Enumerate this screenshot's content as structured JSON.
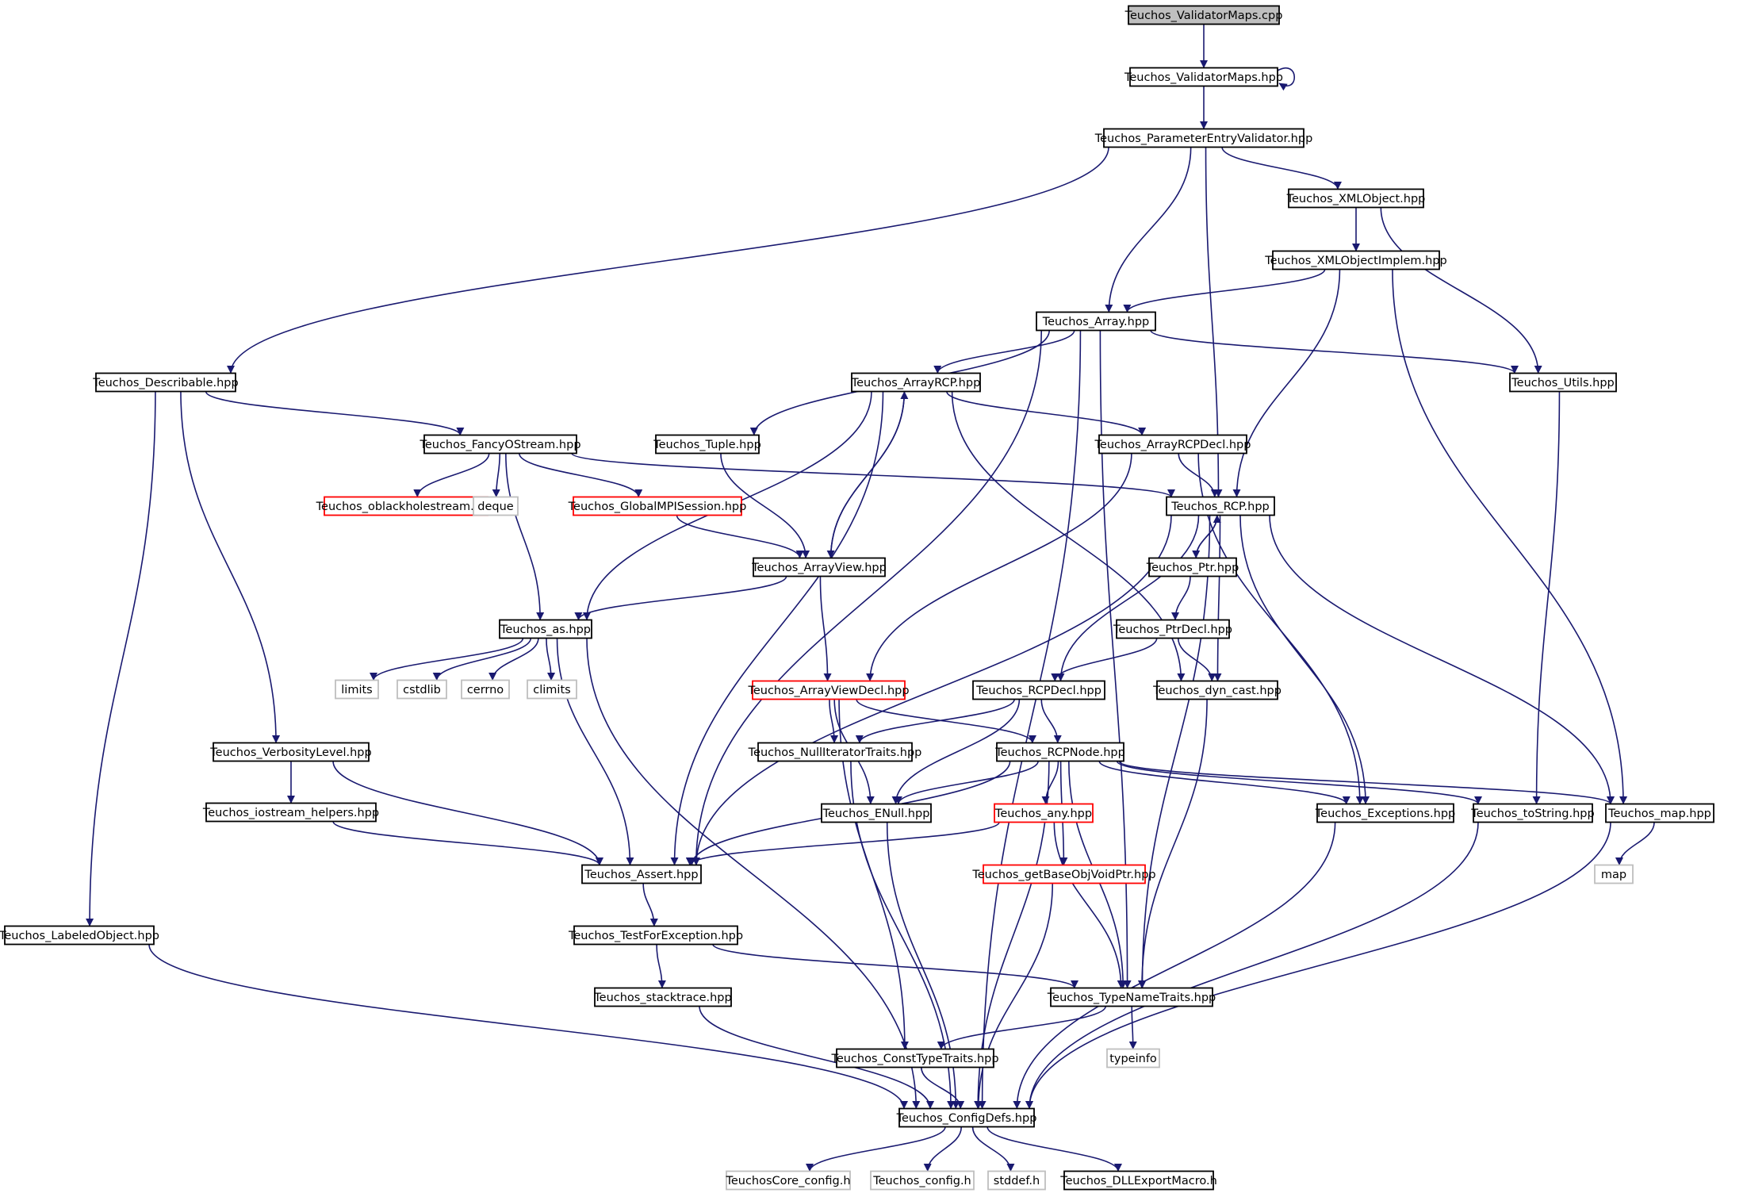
{
  "colors": {
    "edge": "#191970",
    "root_fill": "#bfbfbf",
    "normal_border": "#000000",
    "truncated_border": "#ff0000",
    "system_border": "#bfbfbf",
    "system_text": "#000000"
  },
  "nodes": {
    "validatormaps_cpp": {
      "label": "Teuchos_ValidatorMaps.cpp",
      "kind": "root"
    },
    "validatormaps_hpp": {
      "label": "Teuchos_ValidatorMaps.hpp",
      "kind": "normal"
    },
    "paramentryvalidator": {
      "label": "Teuchos_ParameterEntryValidator.hpp",
      "kind": "normal"
    },
    "xmlobject": {
      "label": "Teuchos_XMLObject.hpp",
      "kind": "normal"
    },
    "xmlobjectimplem": {
      "label": "Teuchos_XMLObjectImplem.hpp",
      "kind": "normal"
    },
    "array": {
      "label": "Teuchos_Array.hpp",
      "kind": "normal"
    },
    "describable": {
      "label": "Teuchos_Describable.hpp",
      "kind": "normal"
    },
    "arrayrcp": {
      "label": "Teuchos_ArrayRCP.hpp",
      "kind": "normal"
    },
    "utils": {
      "label": "Teuchos_Utils.hpp",
      "kind": "normal"
    },
    "fancyostream": {
      "label": "Teuchos_FancyOStream.hpp",
      "kind": "normal"
    },
    "tuple": {
      "label": "Teuchos_Tuple.hpp",
      "kind": "normal"
    },
    "arrayrcpdecl": {
      "label": "Teuchos_ArrayRCPDecl.hpp",
      "kind": "normal"
    },
    "oblackhole": {
      "label": "Teuchos_oblackholestream.hpp",
      "kind": "truncated"
    },
    "deque": {
      "label": "deque",
      "kind": "system"
    },
    "globalmpi": {
      "label": "Teuchos_GlobalMPISession.hpp",
      "kind": "truncated"
    },
    "rcp": {
      "label": "Teuchos_RCP.hpp",
      "kind": "normal"
    },
    "arrayview": {
      "label": "Teuchos_ArrayView.hpp",
      "kind": "normal"
    },
    "ptr": {
      "label": "Teuchos_Ptr.hpp",
      "kind": "normal"
    },
    "as": {
      "label": "Teuchos_as.hpp",
      "kind": "normal"
    },
    "ptrdecl": {
      "label": "Teuchos_PtrDecl.hpp",
      "kind": "normal"
    },
    "limits": {
      "label": "limits",
      "kind": "system"
    },
    "cstdlib": {
      "label": "cstdlib",
      "kind": "system"
    },
    "cerrno": {
      "label": "cerrno",
      "kind": "system"
    },
    "climits": {
      "label": "climits",
      "kind": "system"
    },
    "arrayviewdecl": {
      "label": "Teuchos_ArrayViewDecl.hpp",
      "kind": "truncated"
    },
    "rcpdecl": {
      "label": "Teuchos_RCPDecl.hpp",
      "kind": "normal"
    },
    "dyncast": {
      "label": "Teuchos_dyn_cast.hpp",
      "kind": "normal"
    },
    "verbosity": {
      "label": "Teuchos_VerbosityLevel.hpp",
      "kind": "normal"
    },
    "nulliter": {
      "label": "Teuchos_NullIteratorTraits.hpp",
      "kind": "normal"
    },
    "rcpnode": {
      "label": "Teuchos_RCPNode.hpp",
      "kind": "normal"
    },
    "iostreamhelpers": {
      "label": "Teuchos_iostream_helpers.hpp",
      "kind": "normal"
    },
    "enull": {
      "label": "Teuchos_ENull.hpp",
      "kind": "normal"
    },
    "any": {
      "label": "Teuchos_any.hpp",
      "kind": "truncated"
    },
    "exceptions": {
      "label": "Teuchos_Exceptions.hpp",
      "kind": "normal"
    },
    "tostring": {
      "label": "Teuchos_toString.hpp",
      "kind": "normal"
    },
    "map_hpp": {
      "label": "Teuchos_map.hpp",
      "kind": "normal"
    },
    "assert": {
      "label": "Teuchos_Assert.hpp",
      "kind": "normal"
    },
    "getbaseobj": {
      "label": "Teuchos_getBaseObjVoidPtr.hpp",
      "kind": "truncated"
    },
    "map": {
      "label": "map",
      "kind": "system"
    },
    "labeledobject": {
      "label": "Teuchos_LabeledObject.hpp",
      "kind": "normal"
    },
    "testforexception": {
      "label": "Teuchos_TestForException.hpp",
      "kind": "normal"
    },
    "stacktrace": {
      "label": "Teuchos_stacktrace.hpp",
      "kind": "normal"
    },
    "typenametraits": {
      "label": "Teuchos_TypeNameTraits.hpp",
      "kind": "normal"
    },
    "consttypetraits": {
      "label": "Teuchos_ConstTypeTraits.hpp",
      "kind": "normal"
    },
    "typeinfo": {
      "label": "typeinfo",
      "kind": "system"
    },
    "configdefs": {
      "label": "Teuchos_ConfigDefs.hpp",
      "kind": "normal"
    },
    "teuchoscore_config": {
      "label": "TeuchosCore_config.h",
      "kind": "system"
    },
    "teuchos_config": {
      "label": "Teuchos_config.h",
      "kind": "system"
    },
    "stddef": {
      "label": "stddef.h",
      "kind": "system"
    },
    "dllexport": {
      "label": "Teuchos_DLLExportMacro.h",
      "kind": "normal"
    }
  },
  "edges": [
    [
      "validatormaps_cpp",
      "validatormaps_hpp"
    ],
    [
      "validatormaps_hpp",
      "validatormaps_hpp"
    ],
    [
      "validatormaps_hpp",
      "paramentryvalidator"
    ],
    [
      "paramentryvalidator",
      "describable"
    ],
    [
      "paramentryvalidator",
      "array"
    ],
    [
      "paramentryvalidator",
      "rcp"
    ],
    [
      "paramentryvalidator",
      "xmlobject"
    ],
    [
      "xmlobject",
      "xmlobjectimplem"
    ],
    [
      "xmlobject",
      "utils"
    ],
    [
      "xmlobjectimplem",
      "array"
    ],
    [
      "xmlobjectimplem",
      "rcp"
    ],
    [
      "xmlobjectimplem",
      "map_hpp"
    ],
    [
      "array",
      "assert"
    ],
    [
      "array",
      "tuple"
    ],
    [
      "array",
      "arrayrcp"
    ],
    [
      "array",
      "utils"
    ],
    [
      "array",
      "typenametraits"
    ],
    [
      "array",
      "configdefs"
    ],
    [
      "describable",
      "fancyostream"
    ],
    [
      "describable",
      "verbosity"
    ],
    [
      "describable",
      "labeledobject"
    ],
    [
      "fancyostream",
      "oblackhole"
    ],
    [
      "fancyostream",
      "deque"
    ],
    [
      "fancyostream",
      "globalmpi"
    ],
    [
      "fancyostream",
      "as"
    ],
    [
      "fancyostream",
      "rcp"
    ],
    [
      "arrayrcp",
      "arrayrcpdecl"
    ],
    [
      "arrayrcp",
      "arrayview"
    ],
    [
      "arrayrcp",
      "as"
    ],
    [
      "arrayrcp",
      "assert"
    ],
    [
      "arrayrcp",
      "dyncast"
    ],
    [
      "arrayrcpdecl",
      "rcp"
    ],
    [
      "arrayrcpdecl",
      "arrayviewdecl"
    ],
    [
      "arrayrcpdecl",
      "exceptions"
    ],
    [
      "tuple",
      "arrayview"
    ],
    [
      "globalmpi",
      "arrayview"
    ],
    [
      "arrayview",
      "arrayrcp"
    ],
    [
      "arrayview",
      "as"
    ],
    [
      "arrayview",
      "arrayviewdecl"
    ],
    [
      "utils",
      "tostring"
    ],
    [
      "rcp",
      "ptr"
    ],
    [
      "rcp",
      "rcpdecl"
    ],
    [
      "rcp",
      "dyncast"
    ],
    [
      "rcp",
      "assert"
    ],
    [
      "rcp",
      "typenametraits"
    ],
    [
      "rcp",
      "exceptions"
    ],
    [
      "rcp",
      "map_hpp"
    ],
    [
      "ptr",
      "rcp"
    ],
    [
      "ptr",
      "ptrdecl"
    ],
    [
      "ptrdecl",
      "rcpdecl"
    ],
    [
      "ptrdecl",
      "dyncast"
    ],
    [
      "as",
      "limits"
    ],
    [
      "as",
      "cstdlib"
    ],
    [
      "as",
      "cerrno"
    ],
    [
      "as",
      "climits"
    ],
    [
      "as",
      "assert"
    ],
    [
      "as",
      "configdefs"
    ],
    [
      "arrayviewdecl",
      "nulliter"
    ],
    [
      "arrayviewdecl",
      "rcpnode"
    ],
    [
      "arrayviewdecl",
      "enull"
    ],
    [
      "arrayviewdecl",
      "consttypetraits"
    ],
    [
      "rcpdecl",
      "rcpnode"
    ],
    [
      "rcpdecl",
      "nulliter"
    ],
    [
      "rcpdecl",
      "enull"
    ],
    [
      "dyncast",
      "typenametraits"
    ],
    [
      "verbosity",
      "iostreamhelpers"
    ],
    [
      "verbosity",
      "assert"
    ],
    [
      "nulliter",
      "configdefs"
    ],
    [
      "rcpnode",
      "enull"
    ],
    [
      "rcpnode",
      "any"
    ],
    [
      "rcpnode",
      "assert"
    ],
    [
      "rcpnode",
      "getbaseobj"
    ],
    [
      "rcpnode",
      "typenametraits"
    ],
    [
      "rcpnode",
      "exceptions"
    ],
    [
      "rcpnode",
      "tostring"
    ],
    [
      "rcpnode",
      "map_hpp"
    ],
    [
      "rcpnode",
      "configdefs"
    ],
    [
      "iostreamhelpers",
      "assert"
    ],
    [
      "enull",
      "configdefs"
    ],
    [
      "any",
      "assert"
    ],
    [
      "any",
      "typenametraits"
    ],
    [
      "exceptions",
      "configdefs"
    ],
    [
      "tostring",
      "configdefs"
    ],
    [
      "map_hpp",
      "map"
    ],
    [
      "map_hpp",
      "configdefs"
    ],
    [
      "assert",
      "testforexception"
    ],
    [
      "getbaseobj",
      "configdefs"
    ],
    [
      "labeledobject",
      "configdefs"
    ],
    [
      "testforexception",
      "stacktrace"
    ],
    [
      "testforexception",
      "typenametraits"
    ],
    [
      "stacktrace",
      "configdefs"
    ],
    [
      "typenametraits",
      "typeinfo"
    ],
    [
      "typenametraits",
      "consttypetraits"
    ],
    [
      "consttypetraits",
      "configdefs"
    ],
    [
      "configdefs",
      "teuchoscore_config"
    ],
    [
      "configdefs",
      "teuchos_config"
    ],
    [
      "configdefs",
      "stddef"
    ],
    [
      "configdefs",
      "dllexport"
    ]
  ]
}
